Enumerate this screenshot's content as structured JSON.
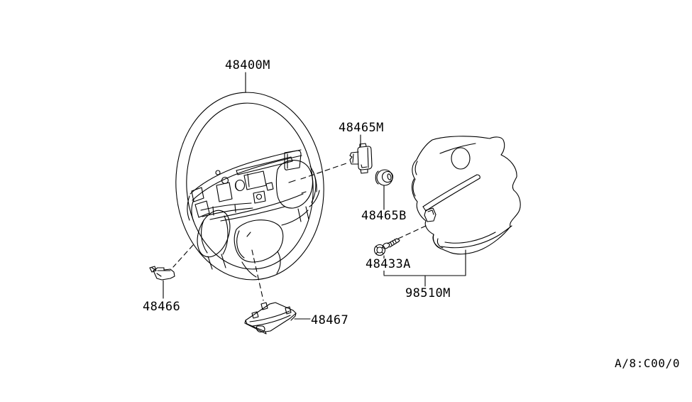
{
  "diagram": {
    "background_color": "#ffffff",
    "line_color": "#000000",
    "doc_code": "A/8:C00/0",
    "part_labels": [
      {
        "code": "48400M"
      },
      {
        "code": "48465M"
      },
      {
        "code": "48465B"
      },
      {
        "code": "48433A"
      },
      {
        "code": "98510M"
      },
      {
        "code": "48466"
      },
      {
        "code": "48467"
      }
    ]
  }
}
